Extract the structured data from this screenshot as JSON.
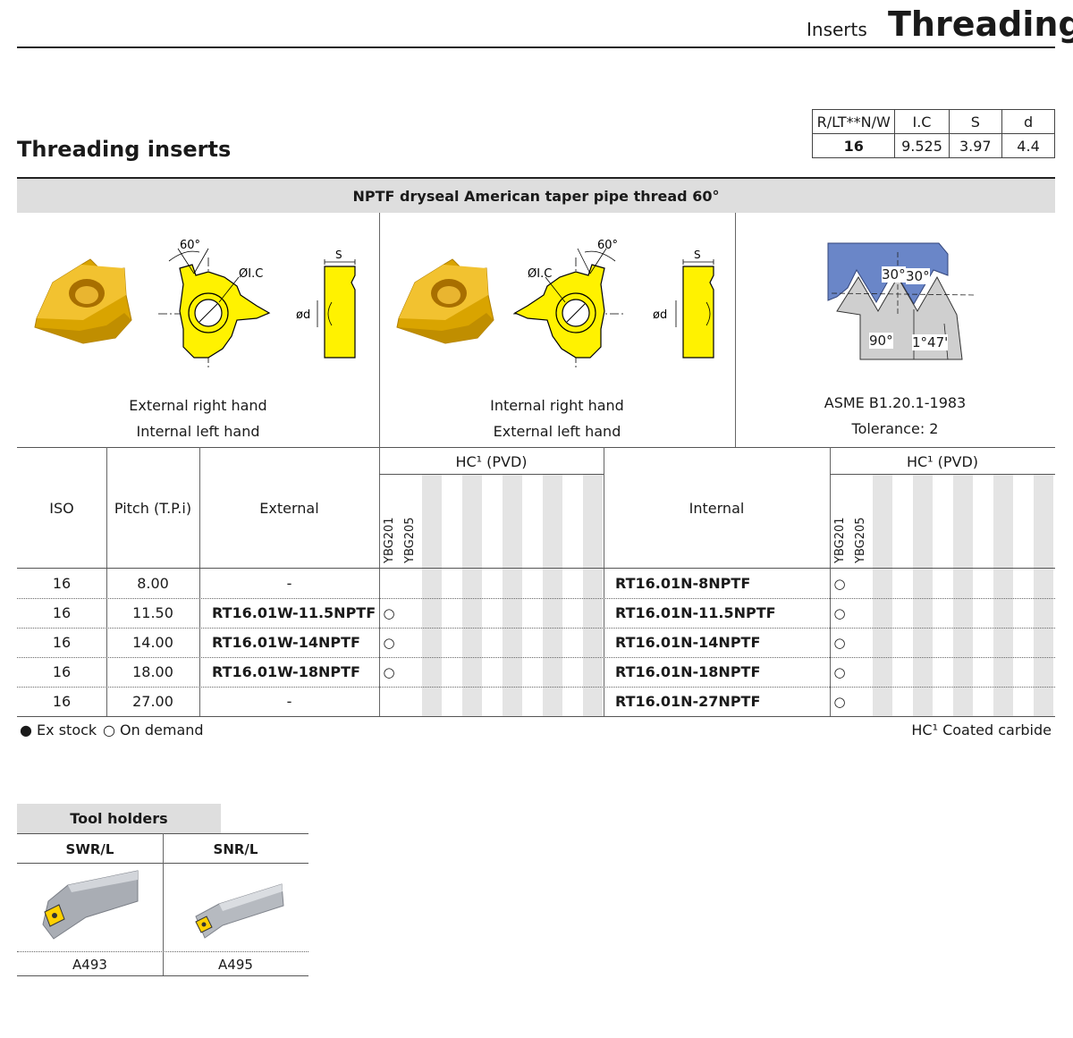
{
  "header": {
    "section": "Inserts",
    "title": "Threading"
  },
  "page_title": "Threading inserts",
  "spec_table": {
    "headers": [
      "R/LT**N/W",
      "I.C",
      "S",
      "d"
    ],
    "row": [
      "16",
      "9.525",
      "3.97",
      "4.4"
    ]
  },
  "thread_title": "NPTF dryseal American taper pipe thread 60°",
  "diagram_labels": {
    "angle": "60°",
    "ic": "ØI.C",
    "s": "S",
    "d": "ød",
    "thread_angle": "30°",
    "right_angle": "90°",
    "taper": "1°47'"
  },
  "insert_left": {
    "line1": "External right hand",
    "line2": "Internal left hand"
  },
  "insert_mid": {
    "line1": "Internal right hand",
    "line2": "External left hand"
  },
  "standard": {
    "line1": "ASME B1.20.1-1983",
    "line2": "Tolerance: 2"
  },
  "columns": {
    "iso": "ISO",
    "pitch": "Pitch (T.P.i)",
    "external": "External",
    "internal": "Internal",
    "grade_group": "HC¹ (PVD)",
    "grade1": "YBG201",
    "grade2": "YBG205"
  },
  "rows": [
    {
      "iso": "16",
      "pitch": "8.00",
      "external": "-",
      "ext_mark": "",
      "internal": "RT16.01N-8NPTF",
      "int_mark": "○"
    },
    {
      "iso": "16",
      "pitch": "11.50",
      "external": "RT16.01W-11.5NPTF",
      "ext_mark": "○",
      "internal": "RT16.01N-11.5NPTF",
      "int_mark": "○"
    },
    {
      "iso": "16",
      "pitch": "14.00",
      "external": "RT16.01W-14NPTF",
      "ext_mark": "○",
      "internal": "RT16.01N-14NPTF",
      "int_mark": "○"
    },
    {
      "iso": "16",
      "pitch": "18.00",
      "external": "RT16.01W-18NPTF",
      "ext_mark": "○",
      "internal": "RT16.01N-18NPTF",
      "int_mark": "○"
    },
    {
      "iso": "16",
      "pitch": "27.00",
      "external": "-",
      "ext_mark": "",
      "internal": "RT16.01N-27NPTF",
      "int_mark": "○"
    }
  ],
  "legend": {
    "stock": "● Ex stock",
    "demand": "○ On demand",
    "coated": "HC¹ Coated carbide"
  },
  "tool_holders": {
    "title": "Tool holders",
    "items": [
      {
        "name": "SWR/L",
        "page": "A493"
      },
      {
        "name": "SNR/L",
        "page": "A495"
      }
    ]
  },
  "colors": {
    "insert_gold": "#e8b800",
    "insert_yellow": "#fff200",
    "thread_blue": "#6a86c8",
    "band_gray": "#dedede"
  }
}
